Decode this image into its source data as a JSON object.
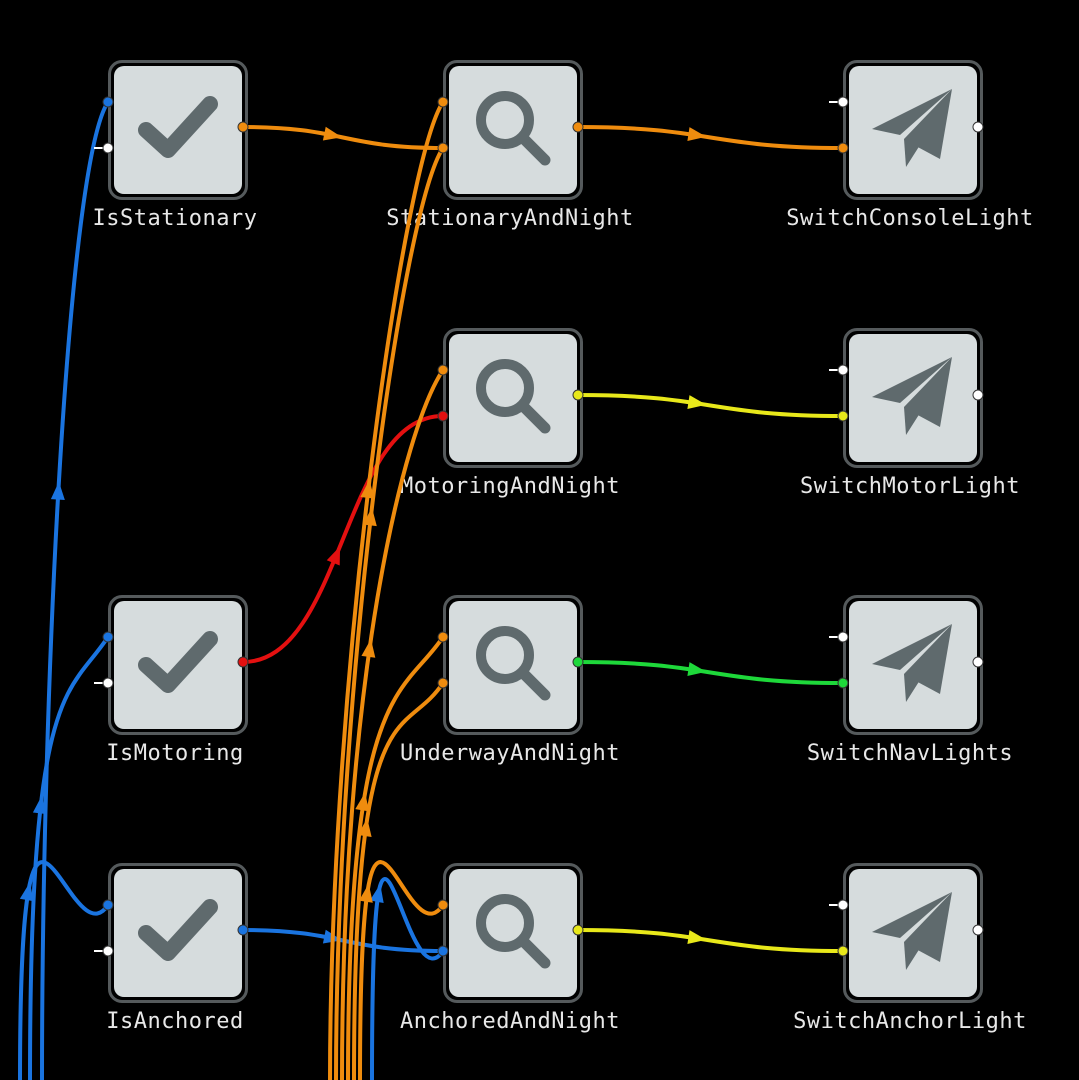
{
  "nodes": [
    {
      "id": "IsStationary",
      "label": "IsStationary",
      "type": "check",
      "col": 0,
      "row": 0
    },
    {
      "id": "IsMotoring",
      "label": "IsMotoring",
      "type": "check",
      "col": 0,
      "row": 2
    },
    {
      "id": "IsAnchored",
      "label": "IsAnchored",
      "type": "check",
      "col": 0,
      "row": 3
    },
    {
      "id": "StationaryAndNight",
      "label": "StationaryAndNight",
      "type": "search",
      "col": 1,
      "row": 0
    },
    {
      "id": "MotoringAndNight",
      "label": "MotoringAndNight",
      "type": "search",
      "col": 1,
      "row": 1
    },
    {
      "id": "UnderwayAndNight",
      "label": "UnderwayAndNight",
      "type": "search",
      "col": 1,
      "row": 2
    },
    {
      "id": "AnchoredAndNight",
      "label": "AnchoredAndNight",
      "type": "search",
      "col": 1,
      "row": 3
    },
    {
      "id": "SwitchConsoleLight",
      "label": "SwitchConsoleLight",
      "type": "send",
      "col": 2,
      "row": 0
    },
    {
      "id": "SwitchMotorLight",
      "label": "SwitchMotorLight",
      "type": "send",
      "col": 2,
      "row": 1
    },
    {
      "id": "SwitchNavLights",
      "label": "SwitchNavLights",
      "type": "send",
      "col": 2,
      "row": 2
    },
    {
      "id": "SwitchAnchorLight",
      "label": "SwitchAnchorLight",
      "type": "send",
      "col": 2,
      "row": 3
    }
  ],
  "colors": {
    "blue": "#1a74e0",
    "orange": "#ef8c0e",
    "red": "#e41010",
    "yellow": "#e8e81a",
    "green": "#1ed83a",
    "white": "#ffffff"
  },
  "edges": [
    {
      "from": "IsStationary",
      "to": "StationaryAndNight",
      "port": 2,
      "color": "orange"
    },
    {
      "from": "StationaryAndNight",
      "to": "SwitchConsoleLight",
      "port": 2,
      "color": "orange"
    },
    {
      "from": "IsMotoring",
      "to": "MotoringAndNight",
      "port": 2,
      "color": "red"
    },
    {
      "from": "MotoringAndNight",
      "to": "SwitchMotorLight",
      "port": 2,
      "color": "yellow"
    },
    {
      "from": "UnderwayAndNight",
      "to": "SwitchNavLights",
      "port": 2,
      "color": "green"
    },
    {
      "from": "IsAnchored",
      "to": "AnchoredAndNight",
      "port": 2,
      "color": "blue"
    },
    {
      "from": "AnchoredAndNight",
      "to": "SwitchAnchorLight",
      "port": 2,
      "color": "yellow"
    },
    {
      "from": "external-1",
      "to": "IsStationary",
      "port": 1,
      "color": "blue"
    },
    {
      "from": "external-2",
      "to": "IsMotoring",
      "port": 1,
      "color": "blue"
    },
    {
      "from": "external-3",
      "to": "IsAnchored",
      "port": 1,
      "color": "blue"
    },
    {
      "from": "external-4",
      "to": "AnchoredAndNight",
      "port": 2,
      "color": "blue"
    },
    {
      "from": "external-5",
      "to": "StationaryAndNight",
      "port": 1,
      "color": "orange"
    },
    {
      "from": "external-6",
      "to": "StationaryAndNight",
      "port": 2,
      "color": "orange"
    },
    {
      "from": "external-7",
      "to": "MotoringAndNight",
      "port": 1,
      "color": "orange"
    },
    {
      "from": "external-8",
      "to": "UnderwayAndNight",
      "port": 1,
      "color": "orange"
    },
    {
      "from": "external-9",
      "to": "UnderwayAndNight",
      "port": 2,
      "color": "orange"
    },
    {
      "from": "external-10",
      "to": "AnchoredAndNight",
      "port": 1,
      "color": "orange"
    }
  ]
}
